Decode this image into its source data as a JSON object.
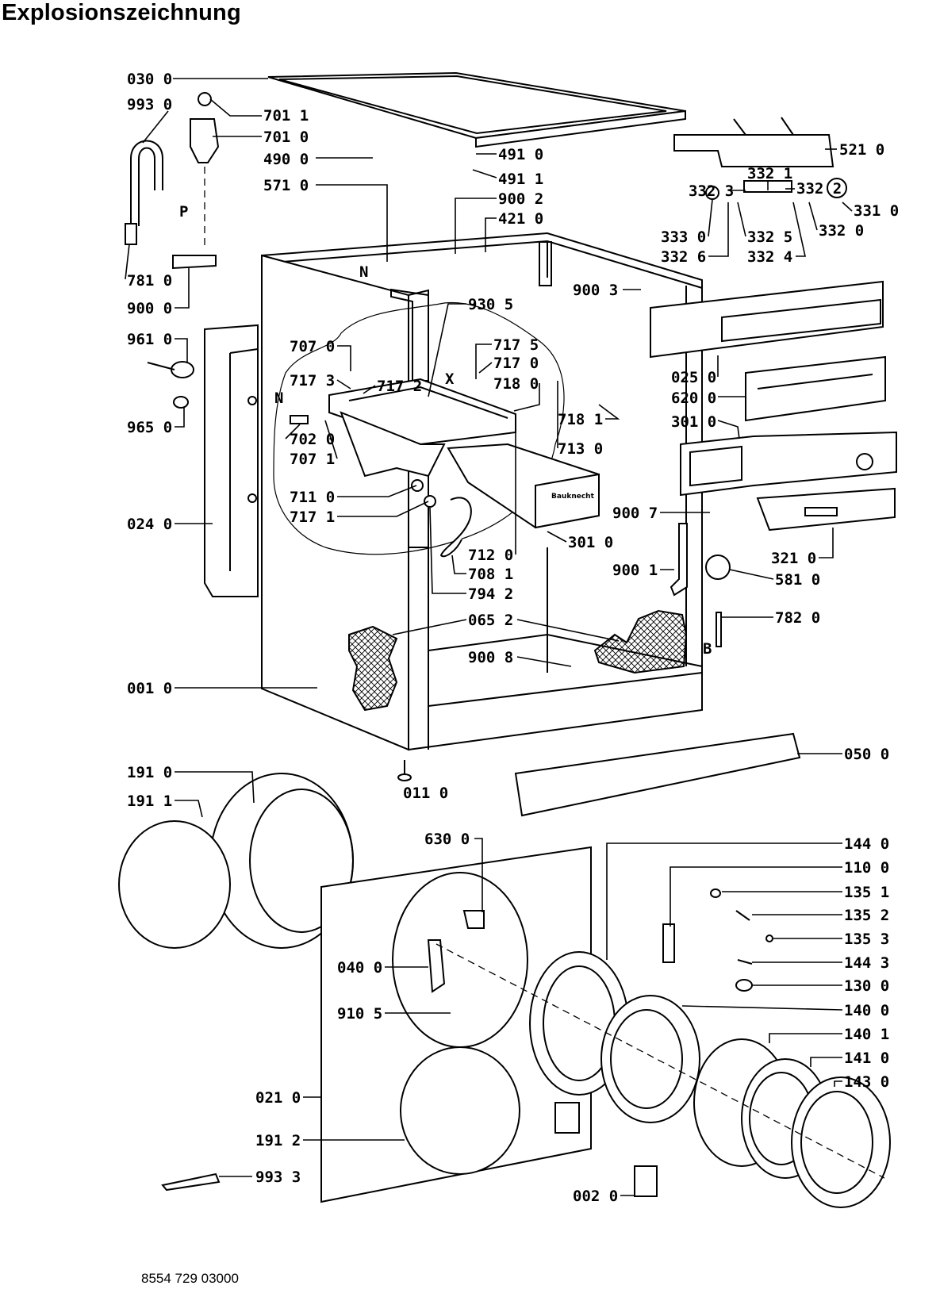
{
  "title": "Explosionszeichnung",
  "footer_code": "8554 729 03000",
  "letters": {
    "P": "P",
    "N_top": "N",
    "N_left": "N",
    "X": "X",
    "B": "B"
  },
  "parts": [
    {
      "id": "030 0"
    },
    {
      "id": "993 0"
    },
    {
      "id": "701 1"
    },
    {
      "id": "701 0"
    },
    {
      "id": "490 0"
    },
    {
      "id": "491 0"
    },
    {
      "id": "491 1"
    },
    {
      "id": "571 0"
    },
    {
      "id": "900 2"
    },
    {
      "id": "421 0"
    },
    {
      "id": "521 0"
    },
    {
      "id": "332 1"
    },
    {
      "id": "332 3"
    },
    {
      "id": "332 2"
    },
    {
      "id": "331 0"
    },
    {
      "id": "333 0"
    },
    {
      "id": "332 5"
    },
    {
      "id": "332 0"
    },
    {
      "id": "332 6"
    },
    {
      "id": "332 4"
    },
    {
      "id": "781 0"
    },
    {
      "id": "900 0"
    },
    {
      "id": "930 5"
    },
    {
      "id": "900 3"
    },
    {
      "id": "961 0"
    },
    {
      "id": "707 0"
    },
    {
      "id": "717 5"
    },
    {
      "id": "717 0"
    },
    {
      "id": "717 3"
    },
    {
      "id": "717 2"
    },
    {
      "id": "718 0"
    },
    {
      "id": "025 0"
    },
    {
      "id": "620 0"
    },
    {
      "id": "965 0"
    },
    {
      "id": "718 1"
    },
    {
      "id": "301 0"
    },
    {
      "id": "702 0"
    },
    {
      "id": "707 1"
    },
    {
      "id": "713 0"
    },
    {
      "id": "711 0"
    },
    {
      "id": "900 7"
    },
    {
      "id": "717 1"
    },
    {
      "id": "024 0"
    },
    {
      "id": "321 0"
    },
    {
      "id": "712 0"
    },
    {
      "id": "301 0"
    },
    {
      "id": "708 1"
    },
    {
      "id": "900 1"
    },
    {
      "id": "581 0"
    },
    {
      "id": "794 2"
    },
    {
      "id": "065 2"
    },
    {
      "id": "782 0"
    },
    {
      "id": "900 8"
    },
    {
      "id": "001 0"
    },
    {
      "id": "050 0"
    },
    {
      "id": "191 0"
    },
    {
      "id": "011 0"
    },
    {
      "id": "191 1"
    },
    {
      "id": "630 0"
    },
    {
      "id": "144 0"
    },
    {
      "id": "110 0"
    },
    {
      "id": "135 1"
    },
    {
      "id": "135 2"
    },
    {
      "id": "135 3"
    },
    {
      "id": "040 0"
    },
    {
      "id": "144 3"
    },
    {
      "id": "130 0"
    },
    {
      "id": "910 5"
    },
    {
      "id": "140 0"
    },
    {
      "id": "140 1"
    },
    {
      "id": "141 0"
    },
    {
      "id": "021 0"
    },
    {
      "id": "143 0"
    },
    {
      "id": "191 2"
    },
    {
      "id": "993 3"
    },
    {
      "id": "002 0"
    }
  ]
}
